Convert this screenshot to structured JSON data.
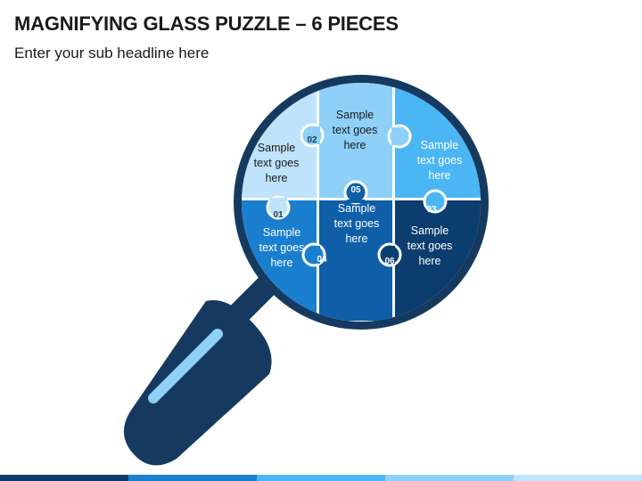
{
  "header": {
    "title": "MAGNIFYING GLASS PUZZLE – 6 PIECES",
    "subtitle": "Enter your sub headline here"
  },
  "pieces": [
    {
      "id": "01",
      "number": "01",
      "lines": [
        "Sample",
        "text goes",
        "here"
      ],
      "color": "#bfe3fb",
      "text_color": "#1a1a1a",
      "number_color": "#1f3b5a"
    },
    {
      "id": "02",
      "number": "02",
      "lines": [
        "Sample",
        "text goes",
        "here"
      ],
      "color": "#8ed0f8",
      "text_color": "#1a1a1a",
      "number_color": "#1f3b5a"
    },
    {
      "id": "03",
      "number": "03",
      "lines": [
        "Sample",
        "text goes",
        "here"
      ],
      "color": "#4bb6f4",
      "text_color": "#ffffff",
      "number_color": "#ffffff"
    },
    {
      "id": "04",
      "number": "04",
      "lines": [
        "Sample",
        "text goes",
        "here"
      ],
      "color": "#1a7fcf",
      "text_color": "#ffffff",
      "number_color": "#ffffff"
    },
    {
      "id": "05",
      "number": "05",
      "lines": [
        "Sample",
        "text goes",
        "here"
      ],
      "color": "#0f5fa8",
      "text_color": "#ffffff",
      "number_color": "#ffffff"
    },
    {
      "id": "06",
      "number": "06",
      "lines": [
        "Sample",
        "text goes",
        "here"
      ],
      "color": "#0b3d6e",
      "text_color": "#ffffff",
      "number_color": "#ffffff"
    }
  ],
  "colors": {
    "frame": "#163a5f",
    "handle_highlight": "#8ed0f8"
  }
}
